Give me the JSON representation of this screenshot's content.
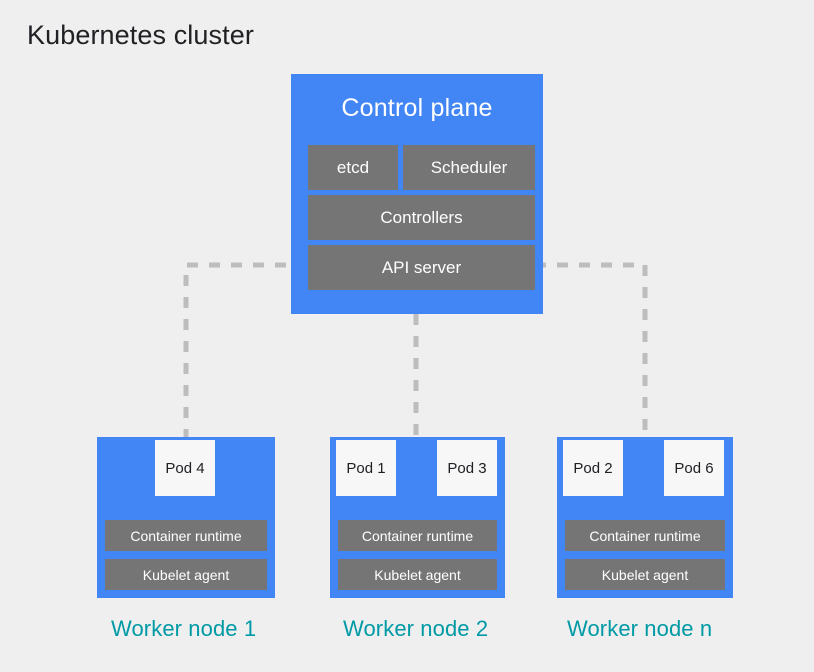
{
  "title": "Kubernetes cluster",
  "colors": {
    "background": "#efefef",
    "node_blue": "#4285f4",
    "component_gray": "#757575",
    "pod_white": "#f7f7f7",
    "label_teal": "#009aa6",
    "connector_gray": "#bdbdbd",
    "title_text": "#202124"
  },
  "control_plane": {
    "title": "Control plane",
    "components": [
      {
        "label": "etcd"
      },
      {
        "label": "Scheduler"
      },
      {
        "label": "Controllers"
      },
      {
        "label": "API server"
      }
    ]
  },
  "worker_nodes": [
    {
      "label": "Worker node 1",
      "pods": [
        {
          "label": "Pod 4"
        }
      ],
      "runtime": "Container runtime",
      "kubelet": "Kubelet agent"
    },
    {
      "label": "Worker node 2",
      "pods": [
        {
          "label": "Pod 1"
        },
        {
          "label": "Pod 3"
        }
      ],
      "runtime": "Container runtime",
      "kubelet": "Kubelet agent"
    },
    {
      "label": "Worker node n",
      "pods": [
        {
          "label": "Pod 2"
        },
        {
          "label": "Pod 6"
        }
      ],
      "runtime": "Container runtime",
      "kubelet": "Kubelet agent"
    }
  ],
  "connectors": {
    "style": "dashed",
    "description": "API server connects to each worker node"
  }
}
